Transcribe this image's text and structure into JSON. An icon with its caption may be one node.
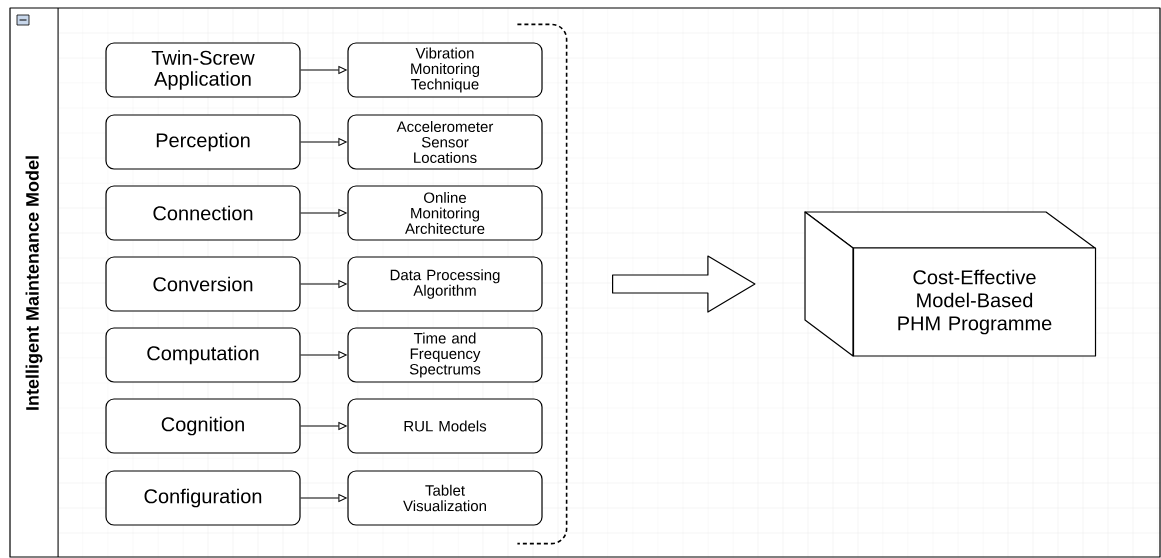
{
  "diagram": {
    "nodes": [
      {
        "text": [
          "Intelligent Maintenance Model"
        ]
      },
      {
        "text": [
          "Twin-Screw Application"
        ],
        "in": 0
      },
      {
        "text": [
          "Vibration Monitoring Technique"
        ],
        "in": 0
      },
      {
        "text": [
          "Perception"
        ],
        "in": 0
      },
      {
        "text": [
          "Accelerometer Sensor Locations"
        ],
        "in": 0
      },
      {
        "text": [
          "Connection"
        ],
        "in": 0
      },
      {
        "text": [
          "Online Monitoring Architecture"
        ],
        "in": 0
      },
      {
        "text": [
          "Conversion"
        ],
        "in": 0
      },
      {
        "text": [
          "Data Processing Algorithm"
        ],
        "in": 0
      },
      {
        "text": [
          "Computation"
        ],
        "in": 0
      },
      {
        "text": [
          "Time and Frequency Spectrums"
        ],
        "in": 0
      },
      {
        "text": [
          "Cognition"
        ],
        "in": 0
      },
      {
        "text": [
          "RUL Models"
        ],
        "in": 0
      },
      {
        "text": [
          "Configuration"
        ],
        "in": 0
      },
      {
        "text": [
          "Tablet Visualization"
        ],
        "in": 0
      },
      {
        "text": [],
        "shape": "bracket",
        "in": 0
      },
      {
        "text": [
          "Cost-Effective Model-Based PHM Programme"
        ],
        "in": 0
      }
    ],
    "edges": [
      {
        "from": 1,
        "to": 2,
        "arrow": "to"
      },
      {
        "from": 3,
        "to": 4,
        "arrow": "to"
      },
      {
        "from": 5,
        "to": 6,
        "arrow": "to"
      },
      {
        "from": 7,
        "to": 8,
        "arrow": "to"
      },
      {
        "from": 9,
        "to": 10,
        "arrow": "to"
      },
      {
        "from": 11,
        "to": 12,
        "arrow": "to"
      },
      {
        "from": 13,
        "to": 14,
        "arrow": "to"
      },
      {
        "from": 15,
        "to": 16,
        "arrow": "to",
        "style": "thick"
      }
    ]
  }
}
